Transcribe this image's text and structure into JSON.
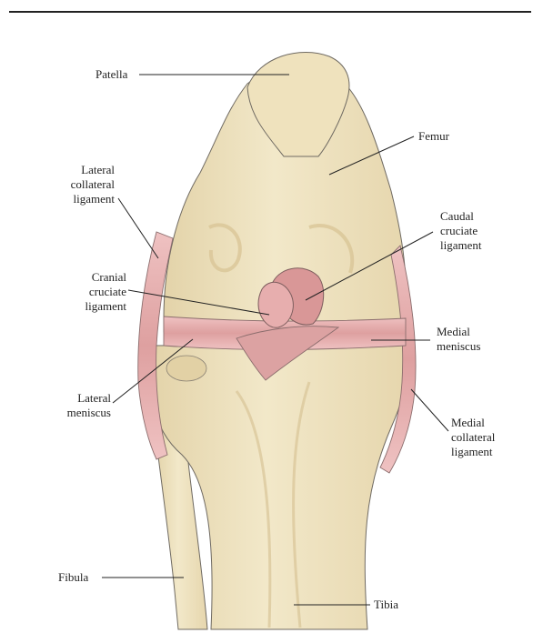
{
  "labels": {
    "patella": "Patella",
    "femur": "Femur",
    "lateral_collateral": "Lateral\ncollateral\nligament",
    "caudal_cruciate": "Caudal\ncruciate\nligament",
    "cranial_cruciate": "Cranial\ncruciate\nligament",
    "medial_meniscus": "Medial\nmeniscus",
    "lateral_meniscus": "Lateral\nmeniscus",
    "medial_collateral": "Medial\ncollateral\nligament",
    "fibula": "Fibula",
    "tibia": "Tibia"
  },
  "colors": {
    "bone_fill": "#efe3c1",
    "bone_shade": "#e0cfa2",
    "bone_outline": "#6f6a62",
    "ligament_fill": "#e9b3b3",
    "ligament_dark": "#c98787",
    "leader_line": "#222222"
  }
}
